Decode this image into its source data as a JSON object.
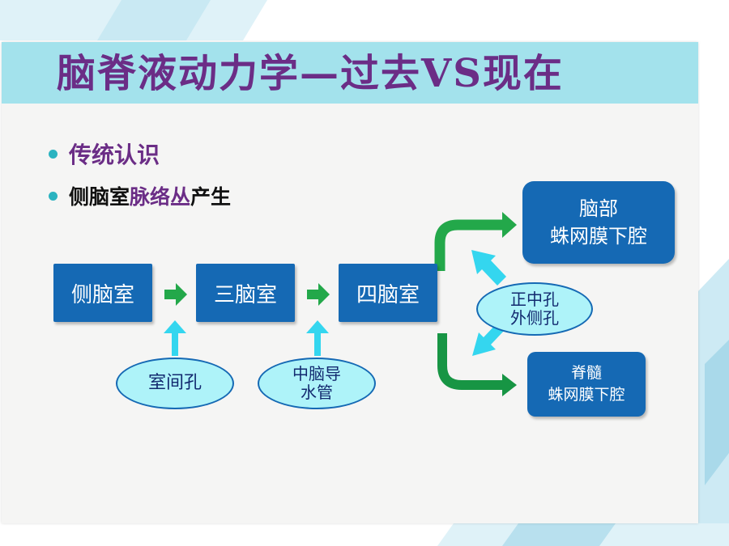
{
  "slide": {
    "title": "脑脊液动力学—过去VS现在",
    "bullets": {
      "b1": "传统认识",
      "b2_pre": "侧脑室",
      "b2_hl": "脉络丛",
      "b2_post": "产生"
    }
  },
  "diagram": {
    "nodes": {
      "lateral_ventricle": "侧脑室",
      "third_ventricle": "三脑室",
      "fourth_ventricle": "四脑室",
      "brain_subarachnoid": [
        "脑部",
        "蛛网膜下腔"
      ],
      "spinal_subarachnoid": [
        "脊髓",
        "蛛网膜下腔"
      ]
    },
    "connectors": {
      "interventricular_foramen": "室间孔",
      "cerebral_aqueduct": [
        "中脑导",
        "水管"
      ],
      "apertures": [
        "正中孔",
        "外侧孔"
      ]
    }
  },
  "colors": {
    "title_text": "#6b2d86",
    "title_bar": "#a3e2ec",
    "box_fill": "#1569b4",
    "ellipse_fill": "#aef3f9",
    "arrow_green": "#23a84a",
    "arrow_cyan": "#34d6ef"
  }
}
